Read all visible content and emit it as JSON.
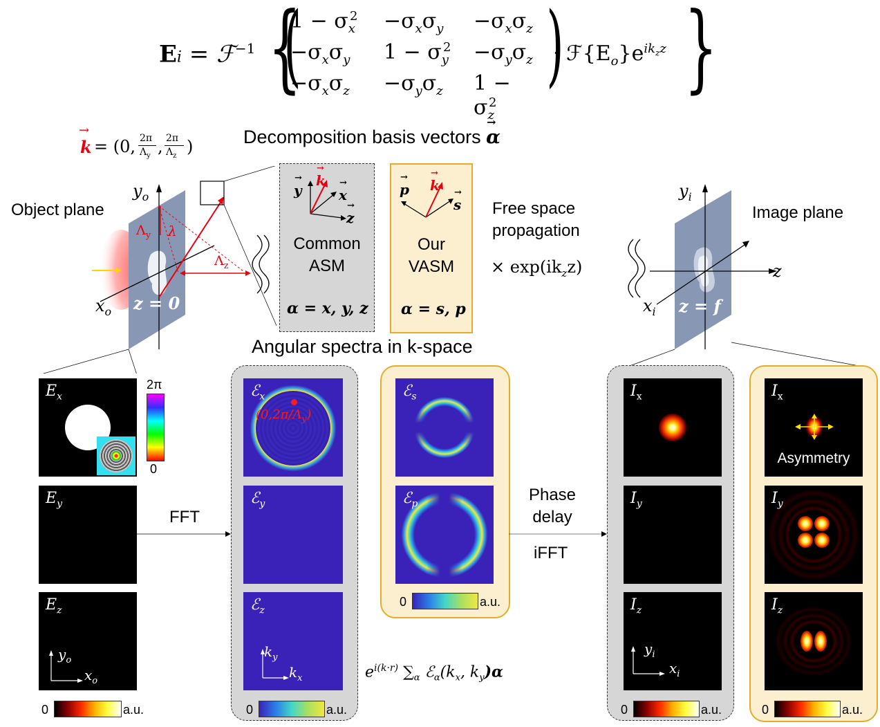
{
  "equation": {
    "lhs": "E",
    "lhs_sub": "i",
    "eq": "= ",
    "finv": "ℱ",
    "finv_sup": "−1",
    "m11": "1 − σ",
    "m11_sub": "x",
    "m11_sup": "2",
    "m12": "−σ",
    "m12_sub1": "x",
    "m12_sub2": "y",
    "m13": "−σ",
    "m13_sub1": "x",
    "m13_sub2": "z",
    "m21": "−σ",
    "m21_sub1": "x",
    "m21_sub2": "y",
    "m22": "1 − σ",
    "m22_sub": "y",
    "m22_sup": "2",
    "m23": "−σ",
    "m23_sub1": "y",
    "m23_sub2": "z",
    "m31": "−σ",
    "m31_sub1": "x",
    "m31_sub2": "z",
    "m32": "−σ",
    "m32_sub1": "y",
    "m32_sub2": "z",
    "m33": "1 − σ",
    "m33_sub": "z",
    "m33_sup": "2",
    "tail": "· ℱ{E",
    "tail_sub": "o",
    "tail2": "}e",
    "tail_sup": "ik",
    "tail_sup_sub": "z",
    "tail_sup2": "z"
  },
  "k_vector": {
    "k": "k",
    "eq": "= (0,",
    "frac1_num": "2π",
    "frac1_den": "Λ",
    "frac1_den_sub": "y",
    "comma": ",",
    "frac2_num": "2π",
    "frac2_den": "Λ",
    "frac2_den_sub": "z",
    "close": ")"
  },
  "headings": {
    "decomposition": "Decomposition basis vectors",
    "decomposition_symbol": "α",
    "angular_spectra": "Angular spectra in k-space"
  },
  "object_plane": {
    "label": "Object plane",
    "y": "y",
    "y_sub": "o",
    "x": "x",
    "x_sub": "o",
    "z_eq": "z = 0",
    "lambda_y": "Λ",
    "lambda_y_sub": "y",
    "lambda": "λ",
    "lambda_z": "Λ",
    "lambda_z_sub": "z"
  },
  "common_asm": {
    "y": "y",
    "k": "k",
    "x": "x",
    "z": "z",
    "line1": "Common",
    "line2": "ASM",
    "basis": "α = x, y, z"
  },
  "our_vasm": {
    "p": "p",
    "k": "k",
    "s": "s",
    "line1": "Our",
    "line2": "VASM",
    "basis": "α = s, p"
  },
  "propagation": {
    "line1": "Free space",
    "line2": "propagation",
    "factor": "× exp(ik",
    "factor_sub": "z",
    "factor_end": "z)"
  },
  "image_plane": {
    "label": "Image plane",
    "y": "y",
    "y_sub": "i",
    "x": "x",
    "x_sub": "i",
    "z": "z",
    "z_eq": "z = f"
  },
  "input_fields": {
    "ex": "E",
    "ex_sub": "x",
    "ey": "E",
    "ey_sub": "y",
    "ez": "E",
    "ez_sub": "z",
    "axis_y": "y",
    "axis_y_sub": "o",
    "axis_x": "x",
    "axis_x_sub": "o",
    "phase_top": "2π",
    "phase_bottom": "0",
    "cbar_zero": "0",
    "cbar_unit": "a.u."
  },
  "fft": {
    "label": "FFT"
  },
  "spectra_common": {
    "ex": "ℰ",
    "ex_sub": "x",
    "ey": "ℰ",
    "ey_sub": "y",
    "ez": "ℰ",
    "ez_sub": "z",
    "point_label": "(0,2π/Λ",
    "point_label_sub": "y",
    "point_label_end": ")",
    "axis_ky": "k",
    "axis_ky_sub": "y",
    "axis_kx": "k",
    "axis_kx_sub": "x",
    "cbar_zero": "0",
    "cbar_unit": "a.u."
  },
  "spectra_vasm": {
    "es": "ℰ",
    "es_sub": "s",
    "ep": "ℰ",
    "ep_sub": "p",
    "cbar_zero": "0",
    "cbar_unit": "a.u."
  },
  "plane_wave_expr": {
    "e": "e",
    "sup": "i(k·r)",
    "sum": "∑",
    "sum_sub": "α",
    "calE": "ℰ",
    "calE_sub": "α",
    "args": "(k",
    "args_sub1": "x",
    "args_mid": ", k",
    "args_sub2": "y",
    "args_end": ")α"
  },
  "phase_delay": {
    "line1": "Phase",
    "line2": "delay",
    "ifft": "iFFT"
  },
  "intensity_common": {
    "ix": "I",
    "ix_sub": "x",
    "iy": "I",
    "iy_sub": "y",
    "iz": "I",
    "iz_sub": "z",
    "axis_y": "y",
    "axis_y_sub": "i",
    "axis_x": "x",
    "axis_x_sub": "i",
    "cbar_zero": "0",
    "cbar_unit": "a.u."
  },
  "intensity_vasm": {
    "ix": "I",
    "ix_sub": "x",
    "iy": "I",
    "iy_sub": "y",
    "iz": "I",
    "iz_sub": "z",
    "asymmetry": "Asymmetry",
    "cbar_zero": "0",
    "cbar_unit": "a.u."
  },
  "colors": {
    "red": "#e8000e",
    "plane": "#8898b4",
    "grey_box": "#d6d6d6",
    "yellow_box": "#fcefcf",
    "yellow_border": "#e3ad2b",
    "spectrum_bg": "#3a22b8"
  }
}
